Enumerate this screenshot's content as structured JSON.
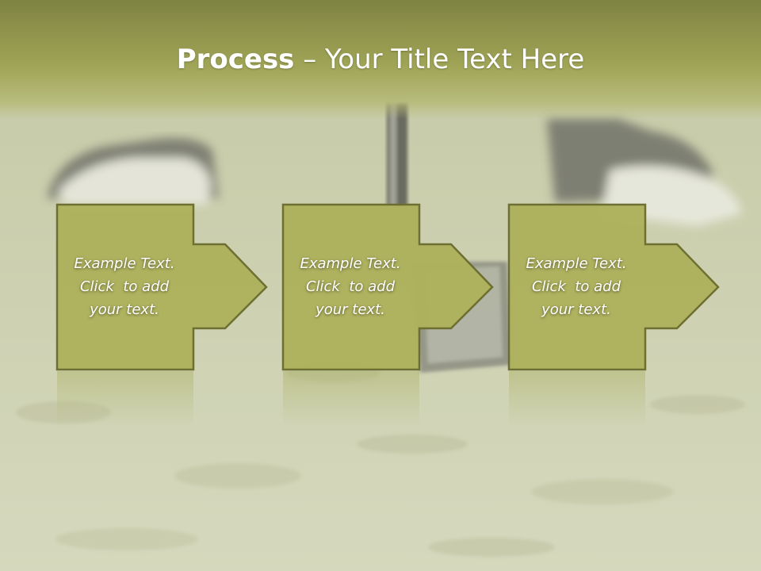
{
  "slide": {
    "title_bold": "Process",
    "title_rest": " – Your Title Text Here"
  },
  "steps": [
    {
      "line1": "Example Text.",
      "line2": "Click  to add",
      "line3": "your text."
    },
    {
      "line1": "Example Text.",
      "line2": "Click  to add",
      "line3": "your text."
    },
    {
      "line1": "Example Text.",
      "line2": "Click  to add",
      "line3": "your text."
    }
  ],
  "colors": {
    "box_fill": "#aeb15c",
    "box_border": "#6b6d2e",
    "title_band": "#8d9148",
    "text": "#ffffff"
  },
  "icons": {
    "arrow": "right-arrow-icon"
  }
}
